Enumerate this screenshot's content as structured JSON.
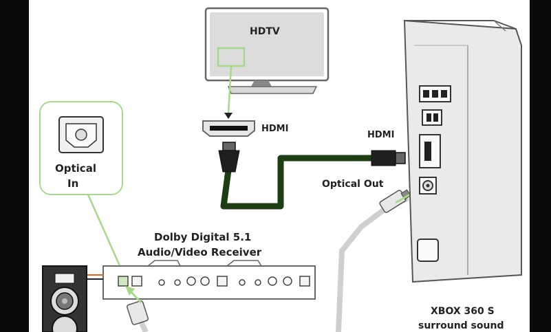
{
  "labels": {
    "hdtv": "HDTV",
    "hdmi_tv": "HDMI",
    "hdmi_console": "HDMI",
    "optical_out": "Optical Out",
    "optical_in_line1": "Optical",
    "optical_in_line2": "In",
    "receiver_line1": "Dolby Digital 5.1",
    "receiver_line2": "Audio/Video Receiver",
    "console_line1": "XBOX 360 S",
    "console_line2": "surround sound"
  },
  "colors": {
    "cable_green": "#1d3d12",
    "highlight_green": "#a6d88a",
    "callout_border": "#a6d88a",
    "label_text": "#222222",
    "console_body": "#eaeaea",
    "device_outline": "#555555"
  },
  "icons": [
    "hdtv-icon",
    "hdmi-port-icon",
    "hdmi-plug-icon",
    "optical-port-icon",
    "optical-plug-icon",
    "speaker-icon",
    "receiver-icon",
    "xbox-console-icon"
  ]
}
